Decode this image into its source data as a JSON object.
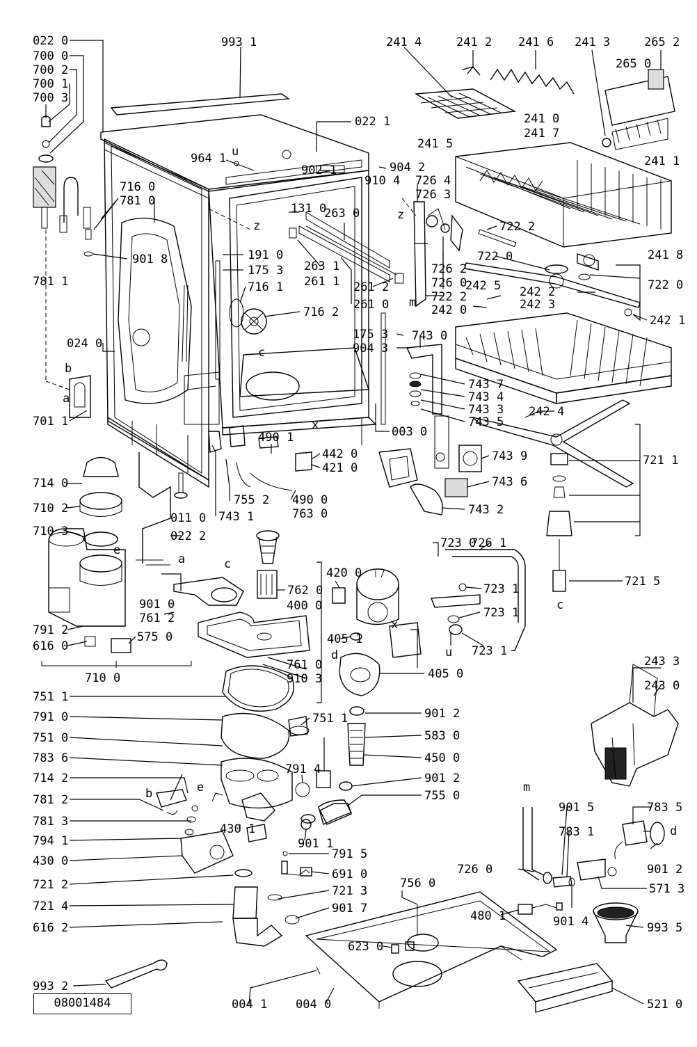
{
  "document_number": "08001484",
  "labels": {
    "l0220": "022 0",
    "l7000": "700 0",
    "l7002": "700 2",
    "l7001": "700 1",
    "l7003": "700 3",
    "l9931": "993 1",
    "l2414": "241 4",
    "l2412": "241 2",
    "l2416": "241 6",
    "l2413": "241 3",
    "l2652": "265 2",
    "l2650": "265 0",
    "l0221": "022 1",
    "l9641": "964 1",
    "l9021": "902 1",
    "l9042": "904 2",
    "l9104": "910 4",
    "l7264": "726 4",
    "l7263": "726 3",
    "l1310": "131 0",
    "l2630": "263 0",
    "l7160": "716 0",
    "l7810": "781 0",
    "l9018": "901 8",
    "l7811": "781 1",
    "l1910": "191 0",
    "l1753": "175 3",
    "l7161": "716 1",
    "l7162": "716 2",
    "l2631": "263 1",
    "l2611": "261 1",
    "l2612": "261 2",
    "l2610": "261 0",
    "l7262": "726 2",
    "l7260": "726 0",
    "l7222": "722 2",
    "l2415": "241 5",
    "l2410": "241 0",
    "l2417": "241 7",
    "l2411": "241 1",
    "l7220": "722 0",
    "l2418": "241 8",
    "l7220b": "722 0",
    "l2425": "242 5",
    "l2422": "242 2",
    "l2423": "242 3",
    "l2420": "242 0",
    "l7222b": "722 2",
    "l2421": "242 1",
    "l1753b": "175 3",
    "l9043": "904 3",
    "l7430": "743 0",
    "l7437": "743 7",
    "l7434": "743 4",
    "l7433": "743 3",
    "l7435": "743 5",
    "l2424": "242 4",
    "l0240": "024 0",
    "l7011": "701 1",
    "l0030": "003 0",
    "l4901": "490 1",
    "l4420": "442 0",
    "l4210": "421 0",
    "l7439": "743 9",
    "l7436": "743 6",
    "l7432": "743 2",
    "l7211": "721 1",
    "l7140": "714 0",
    "l7102": "710 2",
    "l7103": "710 3",
    "l0110": "011 0",
    "l0222": "022 2",
    "l7552": "755 2",
    "l7431": "743 1",
    "l4900": "490 0",
    "l7630": "763 0",
    "l7230": "723 0",
    "l7261": "726 1",
    "l7215": "721 5",
    "l7231": "723 1",
    "l7231b": "723 1",
    "l7231c": "723 1",
    "l4200": "420 0",
    "l4000": "400 0",
    "l7620": "762 0",
    "l9010": "901 0",
    "l7612": "761 2",
    "l7912": "791 2",
    "l6160": "616 0",
    "l5750": "575 0",
    "l7100": "710 0",
    "l4051": "405 1",
    "l4050": "405 0",
    "l7610": "761 0",
    "l9103": "910 3",
    "l2433": "243 3",
    "l2430": "243 0",
    "l7511": "751 1",
    "l7910": "791 0",
    "l7510": "751 0",
    "l7836": "783 6",
    "l7142": "714 2",
    "l7812": "781 2",
    "l7813": "781 3",
    "l7941": "794 1",
    "l4300": "430 0",
    "l7212": "721 2",
    "l7214": "721 4",
    "l6162": "616 2",
    "l9932": "993 2",
    "l7511b": "751 1",
    "l9012": "901 2",
    "l5830": "583 0",
    "l4500": "450 0",
    "l9012b": "901 2",
    "l7550": "755 0",
    "l7914": "791 4",
    "l4301": "430 1",
    "l9011": "901 1",
    "l7915": "791 5",
    "l6910": "691 0",
    "l7213": "721 3",
    "l9017": "901 7",
    "l7560": "756 0",
    "l6230": "623 0",
    "l0041": "004 1",
    "l0040": "004 0",
    "l4801": "480 1",
    "l7260b": "726 0",
    "l9015": "901 5",
    "l7831": "783 1",
    "l7835": "783 5",
    "l9012c": "901 2",
    "l5713": "571 3",
    "l9014": "901 4",
    "l9935": "993 5",
    "l5210": "521 0"
  },
  "letters": {
    "a": "a",
    "b": "b",
    "c": "c",
    "d": "d",
    "e": "e",
    "m": "m",
    "u": "u",
    "x": "x",
    "z": "z"
  }
}
